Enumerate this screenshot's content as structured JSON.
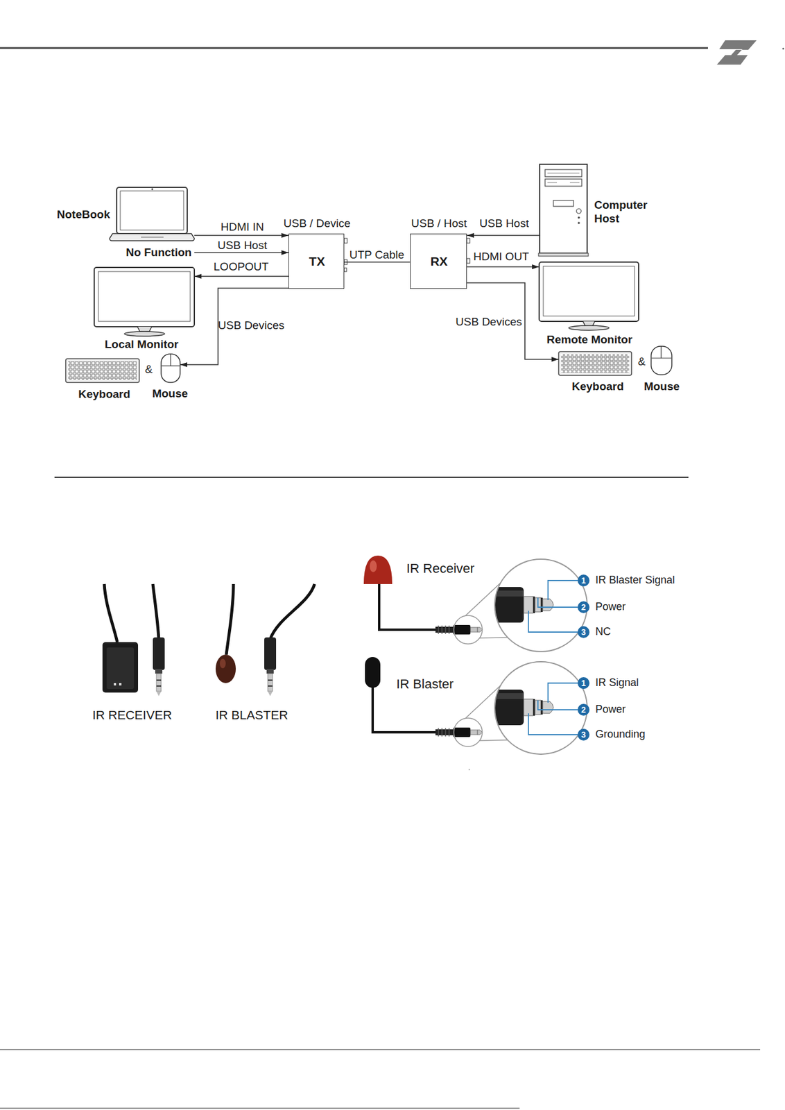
{
  "diagram": {
    "nodes": [
      {
        "text": [
          "NoteBook",
          "No Function"
        ]
      },
      {
        "text": [
          "USB / Device",
          "TX"
        ]
      },
      {
        "text": [
          "USB / Host",
          "RX"
        ]
      },
      {
        "text": [
          "Computer Host"
        ]
      },
      {
        "text": [
          "Local Monitor"
        ]
      },
      {
        "text": [
          "Remote Monitor"
        ]
      },
      {
        "text": [
          "Keyboard"
        ]
      },
      {
        "text": [
          "Mouse"
        ]
      },
      {
        "text": [
          "Keyboard"
        ]
      },
      {
        "text": [
          "Mouse"
        ]
      }
    ],
    "edges": [
      {
        "from": 0,
        "to": 1,
        "arrow": "to",
        "label": "HDMI IN"
      },
      {
        "from": 0,
        "to": 1,
        "arrow": "to",
        "label": "USB Host"
      },
      {
        "from": 1,
        "to": 4,
        "arrow": "to",
        "label": "LOOPOUT"
      },
      {
        "from": 1,
        "to": 7,
        "arrow": "to",
        "label": "USB Devices"
      },
      {
        "from": 1,
        "to": 2,
        "arrow": "none",
        "label": "UTP Cable"
      },
      {
        "from": 3,
        "to": 2,
        "arrow": "to",
        "label": "USB Host"
      },
      {
        "from": 2,
        "to": 5,
        "arrow": "to",
        "label": "HDMI OUT"
      },
      {
        "from": 2,
        "to": 8,
        "arrow": "to",
        "label": "USB Devices"
      }
    ],
    "labels": [
      "&",
      "&",
      "IR RECEIVER",
      "IR BLASTER",
      "IR Receiver",
      "1",
      "IR Blaster Signal",
      "2",
      "Power",
      "3",
      "NC",
      "IR Blaster",
      "1",
      "IR Signal",
      "2",
      "Power",
      "3",
      "Grounding"
    ]
  }
}
